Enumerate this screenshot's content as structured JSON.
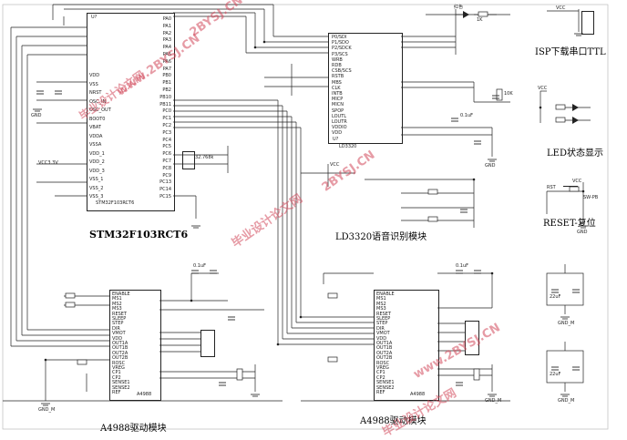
{
  "modules": {
    "mcu": "STM32F103RCT6",
    "asr": "LD3320语音识别模块",
    "isp": "ISP下载串口TTL",
    "led": "LED状态显示",
    "reset": "RESET-复位",
    "drv1": "A4988驱动模块",
    "drv2": "A4988驱动模块"
  },
  "parts": {
    "u_mcu": "STM32F103RCT6",
    "u_asr": "LD3320",
    "u_drv1": "A4988",
    "u_drv2": "A4988",
    "u_mcu_tag": "U?",
    "u_asr_tag": "U?",
    "xtal": "32.768k",
    "led_red": "红色",
    "vcc": "VCC",
    "gnd": "GND",
    "gnd_m": "GND_M",
    "vcc33": "VCC3.3V",
    "reset_btn": "SW-PB",
    "rst_net": "RST",
    "r1k": "1K",
    "r10k": "10K",
    "cap_100n": "0.1uF",
    "cap_22u": "22uF"
  },
  "mcu_pins_left": [
    "VDD",
    "VSS",
    "NRST",
    "OSC_IN",
    "OSC_OUT",
    "BOOT0",
    "VBAT",
    "VDDA",
    "VSSA",
    "VDD_1",
    "VDD_2",
    "VDD_3",
    "VSS_1",
    "VSS_2",
    "VSS_3"
  ],
  "mcu_pins_right": [
    "PA0",
    "PA1",
    "PA2",
    "PA3",
    "PA4",
    "PA5",
    "PA6",
    "PA7",
    "PB0",
    "PB1",
    "PB2",
    "PB10",
    "PB11",
    "PC0",
    "PC1",
    "PC2",
    "PC3",
    "PC4",
    "PC5",
    "PC6",
    "PC7",
    "PC8",
    "PC9",
    "PC13",
    "PC14",
    "PC15"
  ],
  "asr_pins": [
    "P0/SDI",
    "P1/SDO",
    "P2/SDCK",
    "P3/SCS",
    "WRB",
    "RDB",
    "CSB/SCS",
    "RSTB",
    "MBS",
    "CLK",
    "INTB",
    "MICP",
    "MICN",
    "SPOP",
    "LOUTL",
    "LOUTR",
    "VDDIO",
    "VDD"
  ],
  "drv_pins": [
    "ENABLE",
    "MS1",
    "MS2",
    "MS3",
    "RESET",
    "SLEEP",
    "STEP",
    "DIR",
    "VMOT",
    "VDD",
    "OUT1A",
    "OUT1B",
    "OUT2A",
    "OUT2B",
    "ROSC",
    "VREG",
    "CP1",
    "CP2",
    "SENSE1",
    "SENSE2",
    "REF"
  ],
  "watermarks": [
    "2BYSJ.CN",
    "毕业设计论文网",
    "www.2BYSJ.CN",
    "毕业设计论文网",
    "2BYSJ.CN",
    "www.2BYSJ.CN",
    "毕业设计论文网"
  ]
}
